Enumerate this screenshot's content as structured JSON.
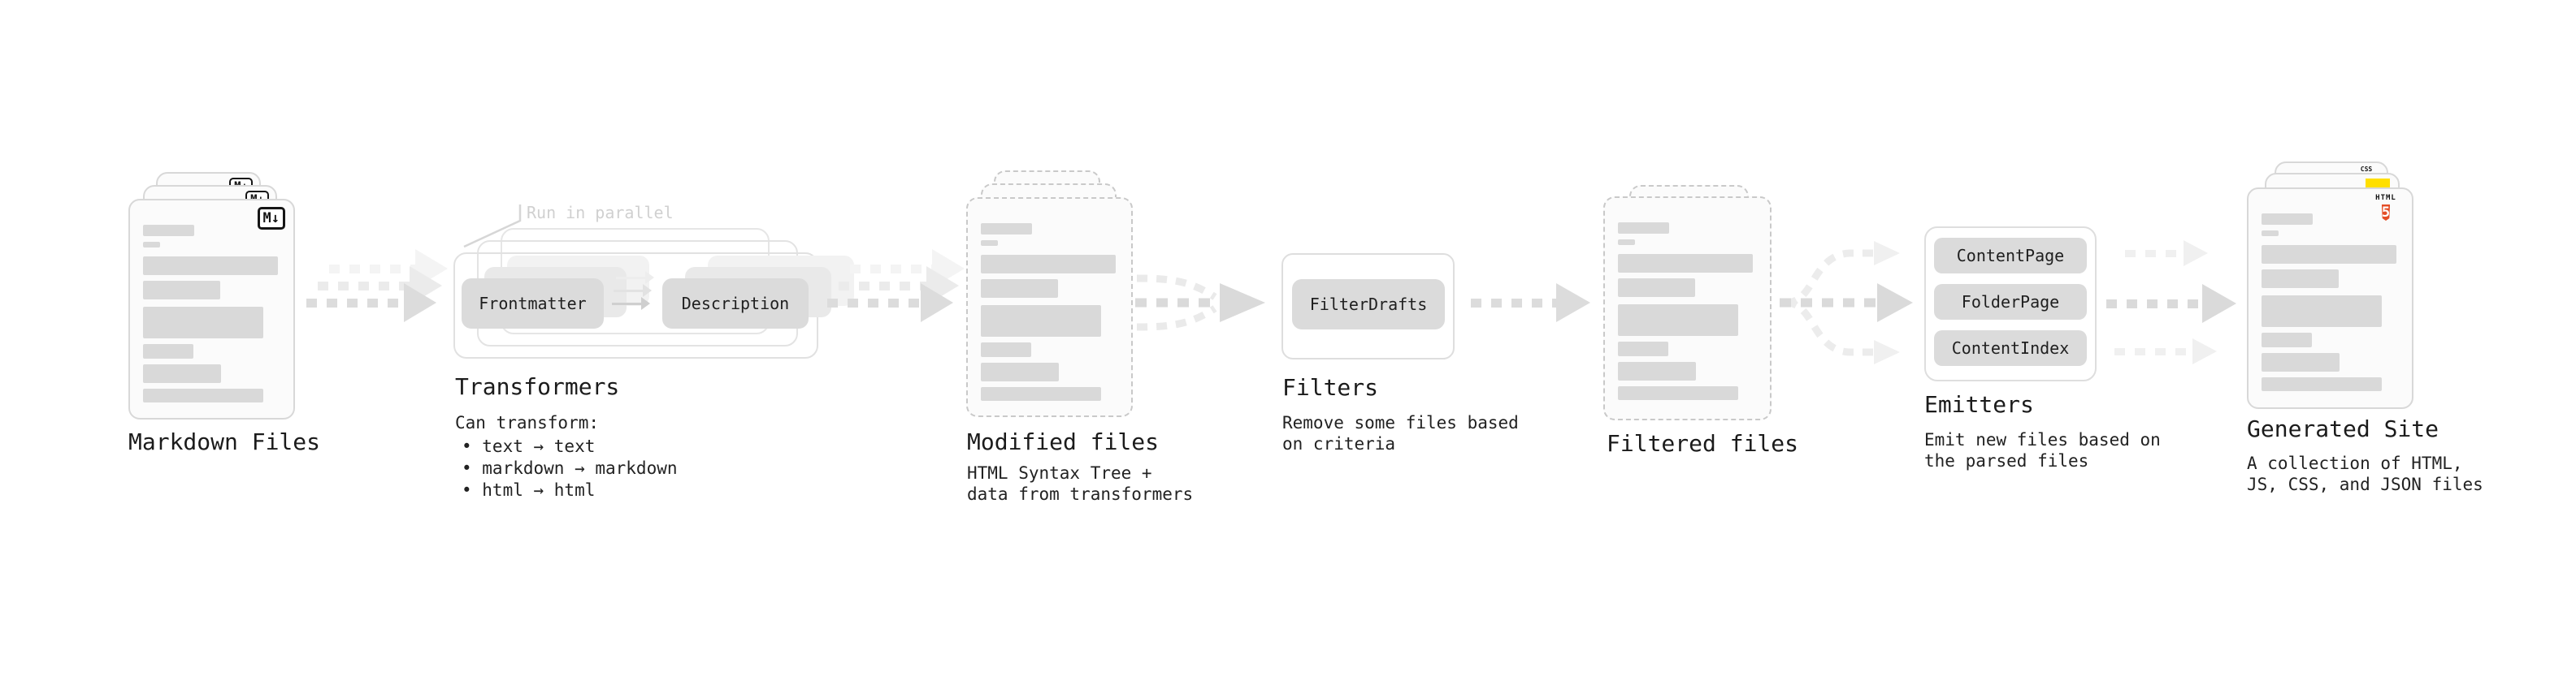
{
  "stages": {
    "markdown_files": {
      "label": "Markdown Files",
      "badge": "M↓"
    },
    "transformers": {
      "label": "Transformers",
      "annotation": "Run in parallel",
      "buttons": [
        "Frontmatter",
        "Description"
      ],
      "note_title": "Can transform:",
      "bullets": [
        "• text → text",
        "• markdown → markdown",
        "• html → html"
      ]
    },
    "modified_files": {
      "label": "Modified files",
      "note": "HTML Syntax Tree +\ndata from transformers"
    },
    "filters": {
      "label": "Filters",
      "buttons": [
        "FilterDrafts"
      ],
      "note": "Remove some files based\non criteria"
    },
    "filtered_files": {
      "label": "Filtered files"
    },
    "emitters": {
      "label": "Emitters",
      "buttons": [
        "ContentPage",
        "FolderPage",
        "ContentIndex"
      ],
      "note": "Emit new files based on\nthe parsed files"
    },
    "generated_site": {
      "label": "Generated Site",
      "note": "A collection of HTML,\nJS, CSS, and JSON files",
      "badges": {
        "html_label": "HTML",
        "html_number": "5",
        "css_label": "CSS"
      }
    }
  },
  "colors": {
    "arrow_gray": "#dcdcdc",
    "skeleton_gray": "#d9d9d9",
    "html5_orange": "#e44d26",
    "js_yellow": "#ffdf00",
    "css_blue": "#2563eb"
  }
}
